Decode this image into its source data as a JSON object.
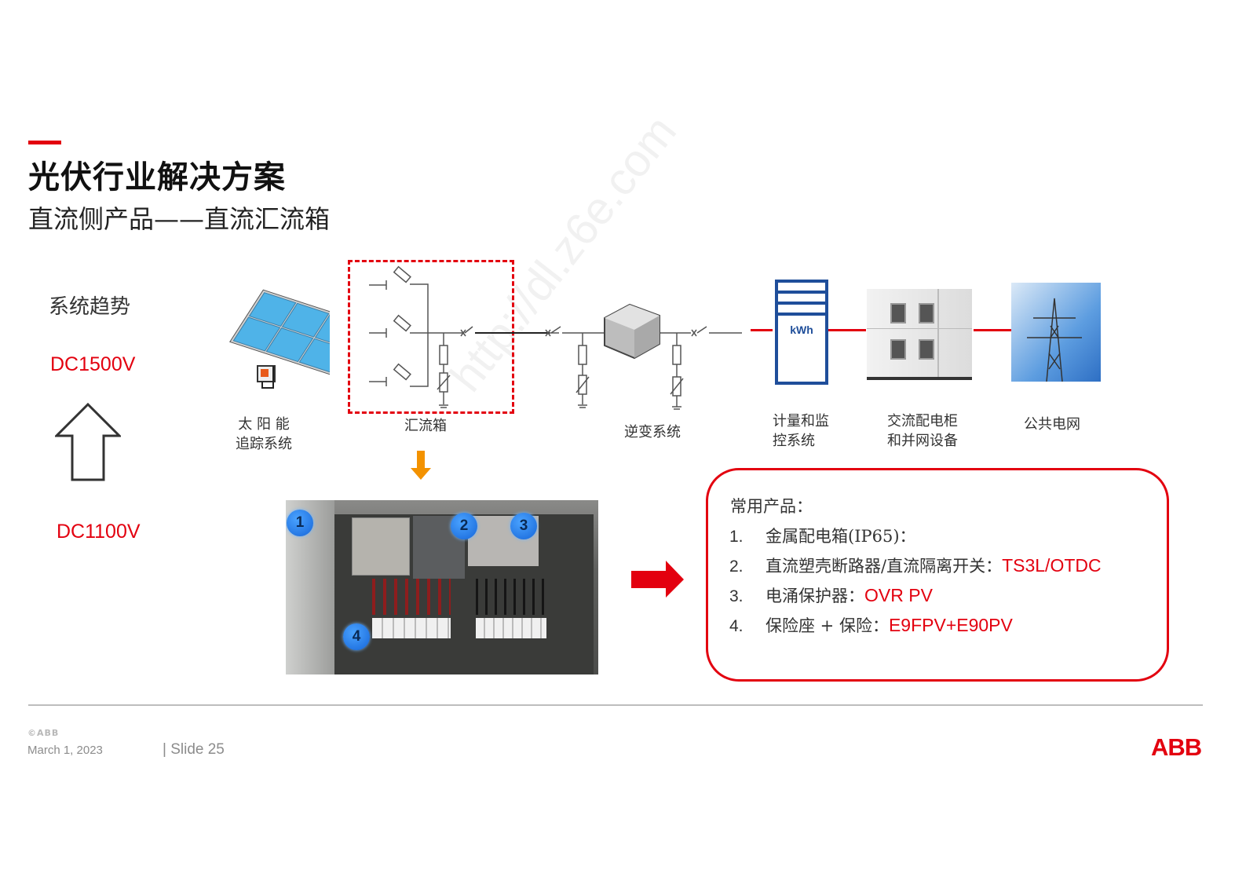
{
  "header": {
    "title": "光伏行业解决方案",
    "subtitle": "直流侧产品——直流汇流箱"
  },
  "trend": {
    "label": "系统趋势",
    "high": "DC1500V",
    "low": "DC1100V",
    "arrow_icon": "up-arrow-icon"
  },
  "diagram": {
    "nodes": [
      {
        "id": "tracker",
        "label_line1": "太 阳 能",
        "label_line2": "追踪系统"
      },
      {
        "id": "combiner",
        "label_line1": "汇流箱",
        "label_line2": ""
      },
      {
        "id": "inverter",
        "label_line1": "逆变系统",
        "label_line2": ""
      },
      {
        "id": "metering",
        "label_line1": "计量和监",
        "label_line2": "控系统",
        "meter_text": "kWh"
      },
      {
        "id": "ac_cabinet",
        "label_line1": "交流配电柜",
        "label_line2": "和并网设备"
      },
      {
        "id": "grid",
        "label_line1": "公共电网",
        "label_line2": ""
      }
    ],
    "colors": {
      "highlight": "#e3000f",
      "down_arrow": "#f39200",
      "panel": "#4fb3e8",
      "meter": "#1f4e9a"
    }
  },
  "photo": {
    "badges": [
      "1",
      "2",
      "3",
      "4"
    ]
  },
  "products": {
    "title": "常用产品：",
    "items": [
      {
        "num": "1.",
        "text": "金属配电箱(IP65)：",
        "value": ""
      },
      {
        "num": "2.",
        "text": "直流塑壳断路器/直流隔离开关：",
        "value": "TS3L/OTDC"
      },
      {
        "num": "3.",
        "text": "电涌保护器：",
        "value": "OVR PV"
      },
      {
        "num": "4.",
        "text": "保险座 + 保险：",
        "value": "E9FPV+E90PV"
      }
    ]
  },
  "footer": {
    "copyright": "©ABB",
    "date": "March 1, 2023",
    "slide": "| Slide 25",
    "logo": "ABB"
  },
  "watermark": "http://dl.z6e.com"
}
